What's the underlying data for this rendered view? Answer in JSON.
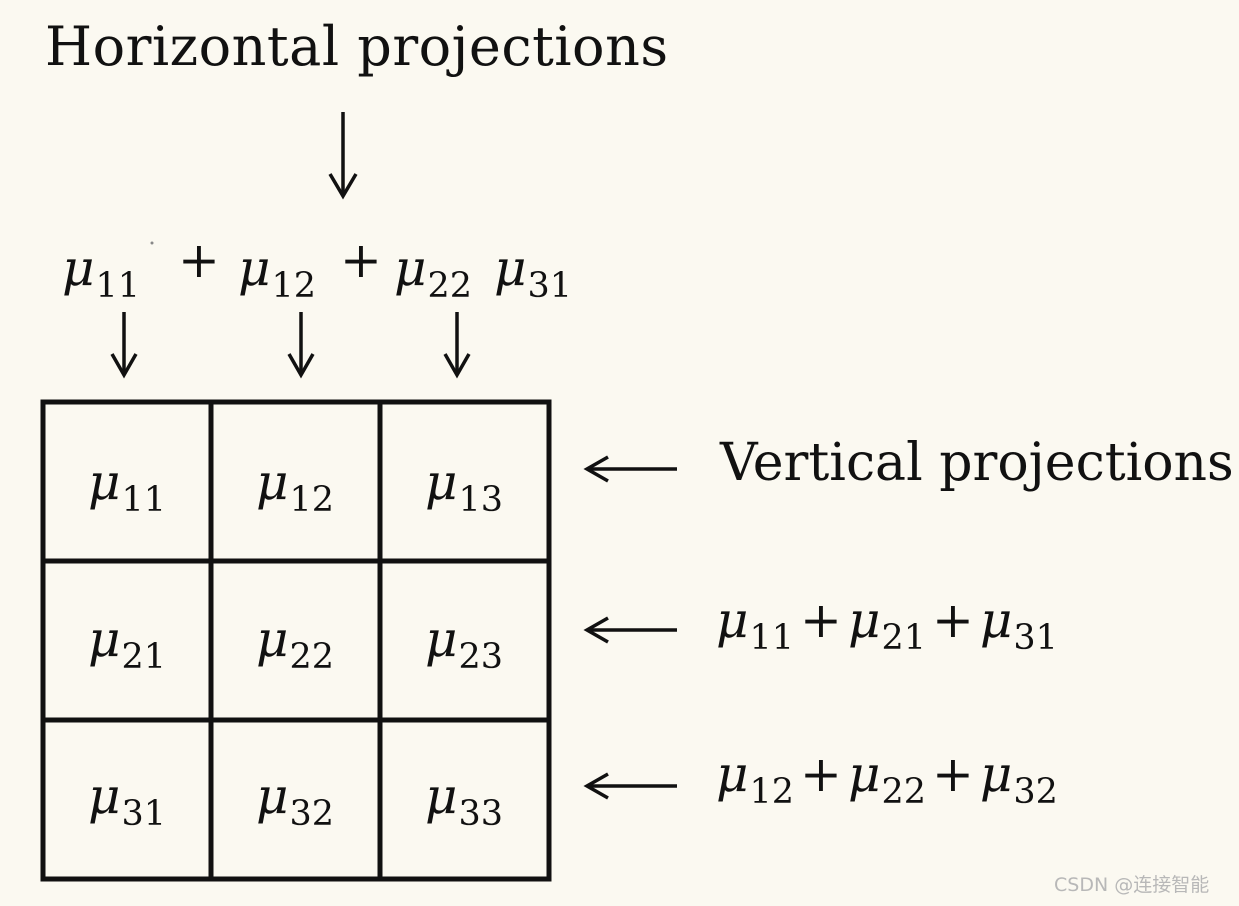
{
  "title": "Horizontal projections",
  "vertical_label": "Vertical projections",
  "mu_symbol": "μ",
  "top_row": {
    "t1": {
      "mu": "μ",
      "sub": "11"
    },
    "op1": "+",
    "t2": {
      "mu": "μ",
      "sub": "12"
    },
    "op2": "+",
    "t3": {
      "mu": "μ",
      "sub": "22"
    },
    "t4": {
      "mu": "μ",
      "sub": "31"
    }
  },
  "grid": {
    "cells": [
      {
        "mu": "μ",
        "sub": "11"
      },
      {
        "mu": "μ",
        "sub": "12"
      },
      {
        "mu": "μ",
        "sub": "13"
      },
      {
        "mu": "μ",
        "sub": "21"
      },
      {
        "mu": "μ",
        "sub": "22"
      },
      {
        "mu": "μ",
        "sub": "23"
      },
      {
        "mu": "μ",
        "sub": "31"
      },
      {
        "mu": "μ",
        "sub": "32"
      },
      {
        "mu": "μ",
        "sub": "33"
      }
    ]
  },
  "right_sums": {
    "row2": {
      "t1": {
        "mu": "μ",
        "sub": "11"
      },
      "op1": "+",
      "t2": {
        "mu": "μ",
        "sub": "21"
      },
      "op2": "+",
      "t3": {
        "mu": "μ",
        "sub": "31"
      }
    },
    "row3": {
      "t1": {
        "mu": "μ",
        "sub": "12"
      },
      "op1": "+",
      "t2": {
        "mu": "μ",
        "sub": "22"
      },
      "op2": "+",
      "t3": {
        "mu": "μ",
        "sub": "32"
      }
    }
  },
  "watermark": "CSDN @连接智能",
  "colors": {
    "background": "#fbf9f1",
    "ink": "#111111",
    "watermark": "#b8b8b8"
  }
}
